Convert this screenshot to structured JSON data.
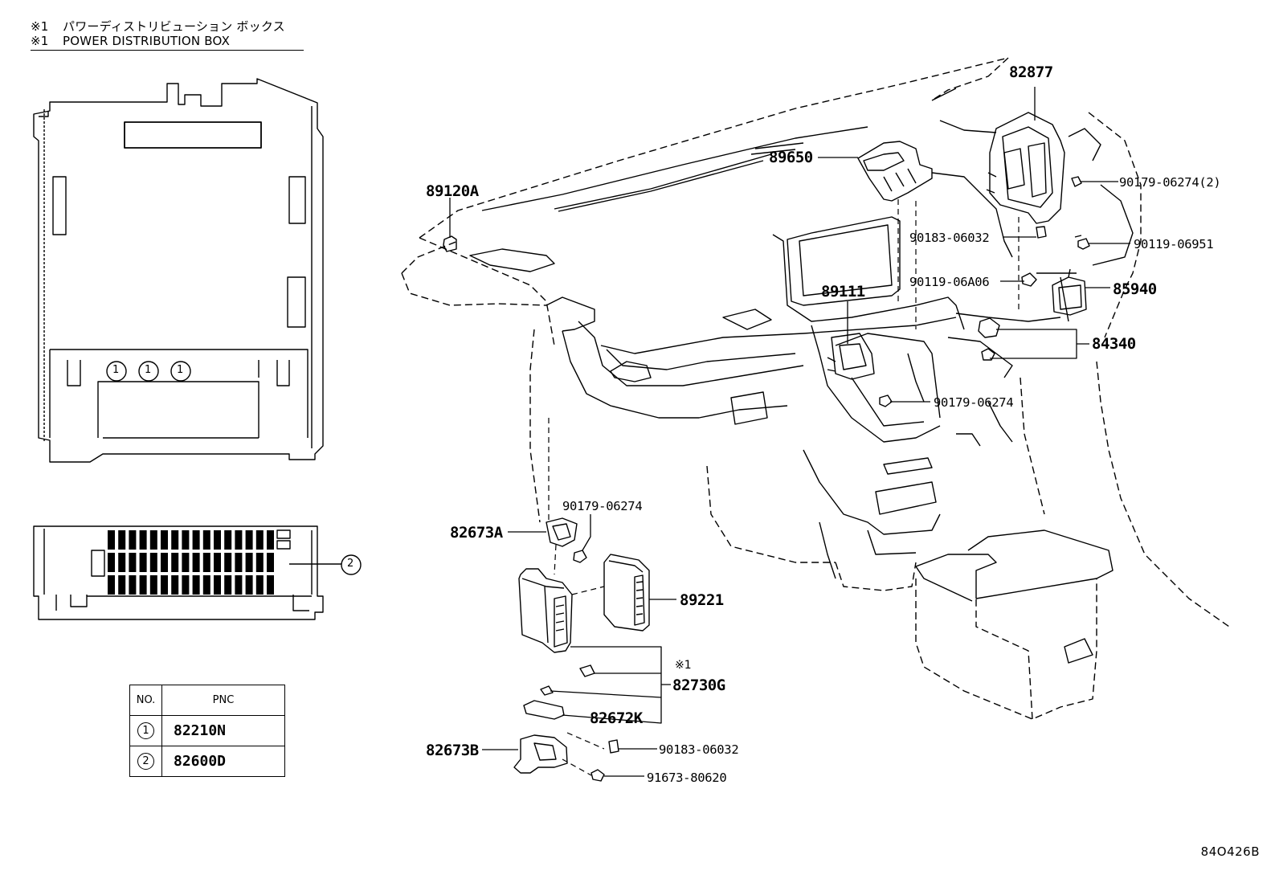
{
  "header": {
    "mark": "※1",
    "title_jp": "パワーディストリビューション ボックス",
    "title_en": "POWER DISTRIBUTION BOX"
  },
  "callouts": {
    "c1": "1",
    "c2": "2"
  },
  "part_labels": {
    "p82877": "82877",
    "p89650": "89650",
    "p89120A": "89120A",
    "p90179_06274_2": "90179-06274(2)",
    "p90183_06032_top": "90183-06032",
    "p90119_06951": "90119-06951",
    "p89111": "89111",
    "p90119_06A06": "90119-06A06",
    "p85940": "85940",
    "p84340": "84340",
    "p90179_06274_mid": "90179-06274",
    "p90179_06274_low": "90179-06274",
    "p82673A": "82673A",
    "p89221": "89221",
    "p82730G_mark": "※1",
    "p82730G": "82730G",
    "p82672K": "82672K",
    "p82673B": "82673B",
    "p90183_06032_bot": "90183-06032",
    "p91673_80620": "91673-80620"
  },
  "table": {
    "headers": [
      "NO.",
      "PNC"
    ],
    "rows": [
      {
        "no": "1",
        "pnc": "82210N"
      },
      {
        "no": "2",
        "pnc": "82600D"
      }
    ]
  },
  "figure_code": "84O426B"
}
